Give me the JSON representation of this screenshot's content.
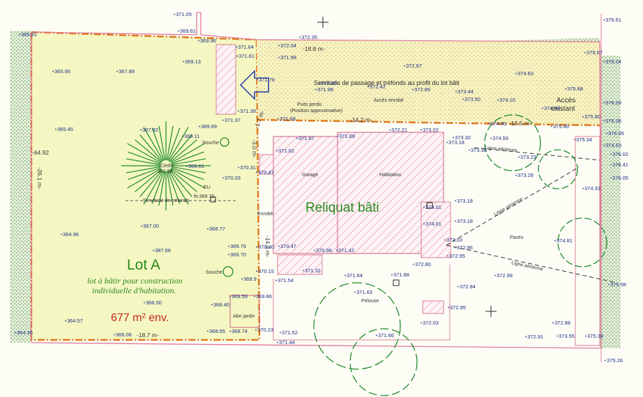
{
  "lot_a": {
    "title": "Lot A",
    "subtitle_line1": "lot à bâtir pour construction",
    "subtitle_line2": "individuelle d'habitation.",
    "area": "677 m² env."
  },
  "reliquat": {
    "title": "Reliquat bâti"
  },
  "servitude": {
    "text": "Servitude de passage et tréfonds au profit du lot bâti"
  },
  "acces": {
    "line1": "Accès",
    "line2": "existant"
  },
  "labels": {
    "acces_enrobe": "Accès enrobé",
    "puits_line1": "Puits perdu",
    "puits_line2": "(Position approximative)",
    "garage": "Garage",
    "habitation": "Habitation",
    "enrobe": "Enrobé",
    "paves": "Pavés",
    "pelouse": "Pelouse",
    "abri_jardin": "Abri jardin",
    "souche_1": "Souche",
    "souche_2": "Souche",
    "cedre": "Cèdre",
    "cedre_value": "367.93",
    "eu": "EU",
    "fe_value": "fe:368.78",
    "servitude_treffonds": "Servitude de tréfonds",
    "ligne_aerienne_1": "Ligne aérienne",
    "ligne_aerienne_2": "Ligne aérienne",
    "ligne_aerienne_3": "Ligne aérienne"
  },
  "dimensions": {
    "d_left": "-26.1 m-",
    "d_bottom": "-18.7 m-",
    "d_top": "-18.8 m-",
    "d_bati_top": "-14.2 m-",
    "d_right_top": "-13.5 m-",
    "d_3m": "-3.0 m-",
    "d_1_7": "-1.7 m-",
    "d_14_4": "-14.4 m-",
    "d_side": "-64.92"
  },
  "spot_heights": [
    {
      "id": "s1",
      "v": "371.05"
    },
    {
      "id": "s2",
      "v": "369.61"
    },
    {
      "id": "s3",
      "v": "369.96"
    },
    {
      "id": "s4",
      "v": "365.81"
    },
    {
      "id": "s5",
      "v": "372.35"
    },
    {
      "id": "s6",
      "v": "371.64"
    },
    {
      "id": "s7",
      "v": "371.61"
    },
    {
      "id": "s8",
      "v": "372.04"
    },
    {
      "id": "s9",
      "v": "371.98"
    },
    {
      "id": "s10",
      "v": "372.67"
    },
    {
      "id": "s11",
      "v": "376.61"
    },
    {
      "id": "s12",
      "v": "375.67"
    },
    {
      "id": "s13",
      "v": "376.04"
    },
    {
      "id": "s14",
      "v": "365.95"
    },
    {
      "id": "s15",
      "v": "367.89"
    },
    {
      "id": "s16",
      "v": "369.13"
    },
    {
      "id": "s17",
      "v": "371.79"
    },
    {
      "id": "s18",
      "v": "372.05"
    },
    {
      "id": "s19",
      "v": "371.98"
    },
    {
      "id": "s20",
      "v": "372.42"
    },
    {
      "id": "s21",
      "v": "372.89"
    },
    {
      "id": "s22",
      "v": "373.44"
    },
    {
      "id": "s23",
      "v": "373.50"
    },
    {
      "id": "s24",
      "v": "374.63"
    },
    {
      "id": "s25",
      "v": "374.10"
    },
    {
      "id": "s26",
      "v": "375.68"
    },
    {
      "id": "s27",
      "v": "374.99"
    },
    {
      "id": "s28",
      "v": "375.80"
    },
    {
      "id": "s29",
      "v": "376.09"
    },
    {
      "id": "s30",
      "v": "371.39"
    },
    {
      "id": "s31",
      "v": "371.37"
    },
    {
      "id": "s32",
      "v": "369.69"
    },
    {
      "id": "s33",
      "v": "371.68"
    },
    {
      "id": "s34",
      "v": "374.00"
    },
    {
      "id": "s35",
      "v": "375.46"
    },
    {
      "id": "s36",
      "v": "376.06"
    },
    {
      "id": "s37",
      "v": "365.45"
    },
    {
      "id": "s38",
      "v": "367.82"
    },
    {
      "id": "s39",
      "v": "369.11"
    },
    {
      "id": "s40",
      "v": "371.67"
    },
    {
      "id": "s41",
      "v": "371.89"
    },
    {
      "id": "s42",
      "v": "372.21"
    },
    {
      "id": "s43",
      "v": "373.02"
    },
    {
      "id": "s44",
      "v": "373.30"
    },
    {
      "id": "s45",
      "v": "374.59"
    },
    {
      "id": "s46",
      "v": "376.05"
    },
    {
      "id": "s47",
      "v": "375.34"
    },
    {
      "id": "s48",
      "v": "371.02"
    },
    {
      "id": "s49",
      "v": "373.18"
    },
    {
      "id": "s50",
      "v": "373.38"
    },
    {
      "id": "s51",
      "v": "373.23"
    },
    {
      "id": "s52",
      "v": "374.63"
    },
    {
      "id": "s53",
      "v": "376.02"
    },
    {
      "id": "s54",
      "v": "368.61"
    },
    {
      "id": "s55",
      "v": "370.31"
    },
    {
      "id": "s56",
      "v": "370.47"
    },
    {
      "id": "s57",
      "v": "373.28"
    },
    {
      "id": "s58",
      "v": "376.41"
    },
    {
      "id": "s59",
      "v": "370.03"
    },
    {
      "id": "s60",
      "v": "374.33"
    },
    {
      "id": "s61",
      "v": "376.05"
    },
    {
      "id": "s62",
      "v": "374.01"
    },
    {
      "id": "s63",
      "v": "373.18"
    },
    {
      "id": "s64",
      "v": "373.18"
    },
    {
      "id": "s65",
      "v": "367.00"
    },
    {
      "id": "s66",
      "v": "368.77"
    },
    {
      "id": "s67",
      "v": "374.01"
    },
    {
      "id": "s68",
      "v": "364.96"
    },
    {
      "id": "s69",
      "v": "374.81"
    },
    {
      "id": "s70",
      "v": "369.76"
    },
    {
      "id": "s71",
      "v": "370.30"
    },
    {
      "id": "s72",
      "v": "370.47"
    },
    {
      "id": "s73",
      "v": "370.96"
    },
    {
      "id": "s74",
      "v": "371.42"
    },
    {
      "id": "s75",
      "v": "373.03"
    },
    {
      "id": "s76",
      "v": "372.96"
    },
    {
      "id": "s77",
      "v": "369.70"
    },
    {
      "id": "s78",
      "v": "387.66"
    },
    {
      "id": "s79",
      "v": "372.95"
    },
    {
      "id": "s80",
      "v": "372.80"
    },
    {
      "id": "s81",
      "v": "370.15"
    },
    {
      "id": "s82",
      "v": "371.31"
    },
    {
      "id": "s83",
      "v": "371.54"
    },
    {
      "id": "s84",
      "v": "371.64"
    },
    {
      "id": "s85",
      "v": "371.88"
    },
    {
      "id": "s86",
      "v": "372.99"
    },
    {
      "id": "s87",
      "v": "375.58"
    },
    {
      "id": "s88",
      "v": "369.9"
    },
    {
      "id": "s89",
      "v": "372.84"
    },
    {
      "id": "s90",
      "v": "371.63"
    },
    {
      "id": "s91",
      "v": "366.50"
    },
    {
      "id": "s92",
      "v": "368.40"
    },
    {
      "id": "s93",
      "v": "369.59"
    },
    {
      "id": "s94",
      "v": "369.86"
    },
    {
      "id": "s95",
      "v": "372.95"
    },
    {
      "id": "s96",
      "v": "364.57"
    },
    {
      "id": "s97",
      "v": "372.03"
    },
    {
      "id": "s98",
      "v": "372.88"
    },
    {
      "id": "s99",
      "v": "364.35"
    },
    {
      "id": "s100",
      "v": "366.06"
    },
    {
      "id": "s101",
      "v": "368.65"
    },
    {
      "id": "s102",
      "v": "368.74"
    },
    {
      "id": "s103",
      "v": "370.23"
    },
    {
      "id": "s104",
      "v": "371.52"
    },
    {
      "id": "s105",
      "v": "371.66"
    },
    {
      "id": "s106",
      "v": "372.91"
    },
    {
      "id": "s107",
      "v": "373.55"
    },
    {
      "id": "s108",
      "v": "375.38"
    },
    {
      "id": "s109",
      "v": "371.44"
    },
    {
      "id": "s110",
      "v": "375.26"
    }
  ]
}
